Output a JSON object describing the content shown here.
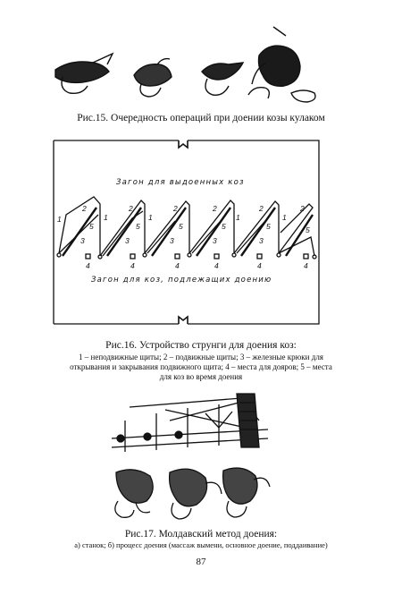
{
  "figure15": {
    "caption": "Рис.15. Очередность операций при доении козы кулаком"
  },
  "figure16": {
    "title": "Рис.16. Устройство струнги для доения коз:",
    "legend_line1": "1 – неподвижные щиты; 2 – подвижные щиты; 3 – железные крюки для",
    "legend_line2": "открывания и закрывания подвижного щита; 4 – места для дояров; 5 – места",
    "legend_line3": "для коз во время доения",
    "zone_top": "Загон для выдоенных коз",
    "zone_bottom": "Загон для коз, подлежащих доению",
    "numbers": {
      "n1": "1",
      "n2": "2",
      "n3": "3",
      "n4": "4",
      "n5": "5"
    }
  },
  "figure17": {
    "title": "Рис.17. Молдавский метод доения:",
    "subtitle": "а) станок; б) процесс доения (массаж вымени, основное доение, поддаивание)"
  },
  "page_number": "87"
}
